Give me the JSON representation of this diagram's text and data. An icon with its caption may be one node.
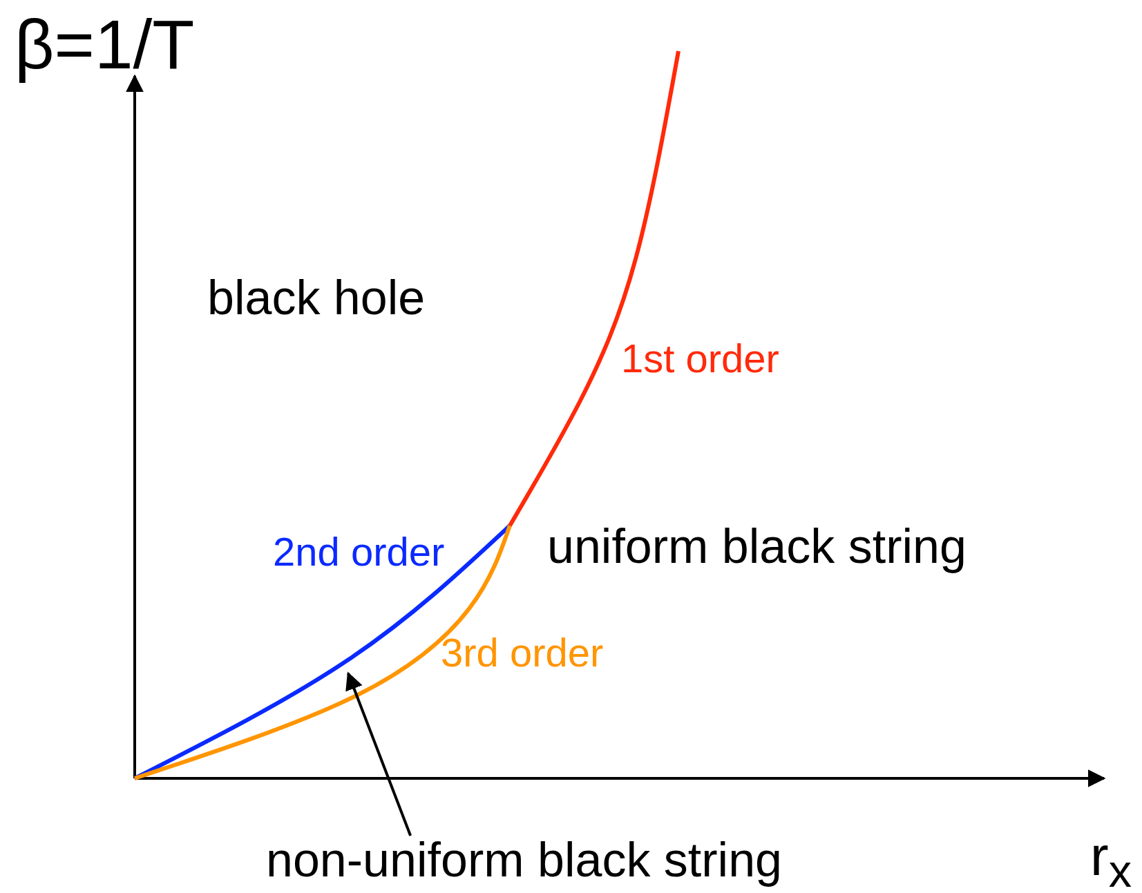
{
  "diagram": {
    "nodes": [
      {
        "text": [
          "non-uniform black string"
        ]
      },
      {
        "text": [],
        "shape": "region"
      }
    ],
    "edges": [
      {
        "from": 0,
        "to": 1,
        "arrow": "to"
      }
    ],
    "labels": [
      "β=1/T",
      "black hole",
      "1st order",
      "2nd order",
      "uniform black string",
      "3rd order",
      "r$_{x}$"
    ]
  }
}
